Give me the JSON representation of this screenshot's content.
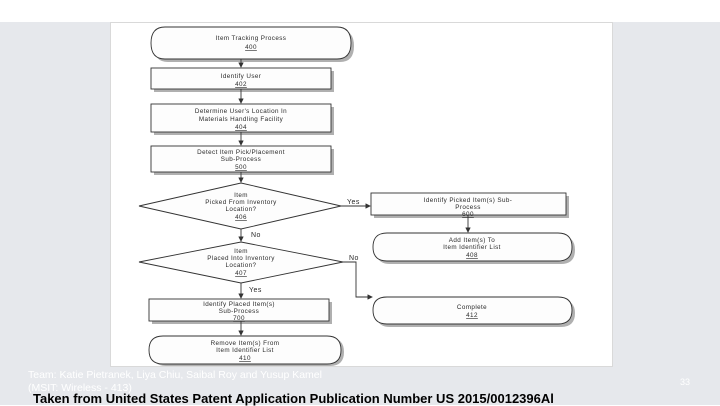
{
  "nodes": {
    "start": {
      "text": "Item Tracking Process",
      "ref": "400"
    },
    "identify_user": {
      "text": "Identify User",
      "ref": "402"
    },
    "determine_location": {
      "line1": "Determine User's Location In",
      "line2": "Materials Handling Facility",
      "ref": "404"
    },
    "detect_pick": {
      "line1": "Detect Item Pick/Placement",
      "line2": "Sub-Process",
      "ref": "500"
    },
    "decision_picked": {
      "line1": "Item",
      "line2": "Picked From Inventory",
      "line3": "Location?",
      "ref": "406"
    },
    "identify_picked": {
      "line1": "Identify Picked Item(s) Sub-",
      "line2": "Process",
      "ref": "600"
    },
    "add_items": {
      "line1": "Add Item(s) To",
      "line2": "Item Identifier List",
      "ref": "408"
    },
    "decision_placed": {
      "line1": "Item",
      "line2": "Placed Into Inventory",
      "line3": "Location?",
      "ref": "407"
    },
    "complete": {
      "text": "Complete",
      "ref": "412"
    },
    "identify_placed": {
      "line1": "Identify Placed Item(s)",
      "line2": "Sub-Process",
      "ref": "700"
    },
    "remove_items": {
      "line1": "Remove Item(s) From",
      "line2": "Item Identifier List",
      "ref": "410"
    }
  },
  "edge_labels": {
    "yes1": "Yes",
    "no1": "No",
    "no2": "No",
    "yes2": "Yes"
  },
  "footer": {
    "team_line1": "Team: Katie Pietranek, Liya Chiu, Saibal Roy and Yusup Kamel",
    "team_line2": "(MSIT: Wireless - 413)",
    "page_number": "33",
    "source": "Taken from United States Patent Application Publication Number US 2015/0012396Al"
  }
}
